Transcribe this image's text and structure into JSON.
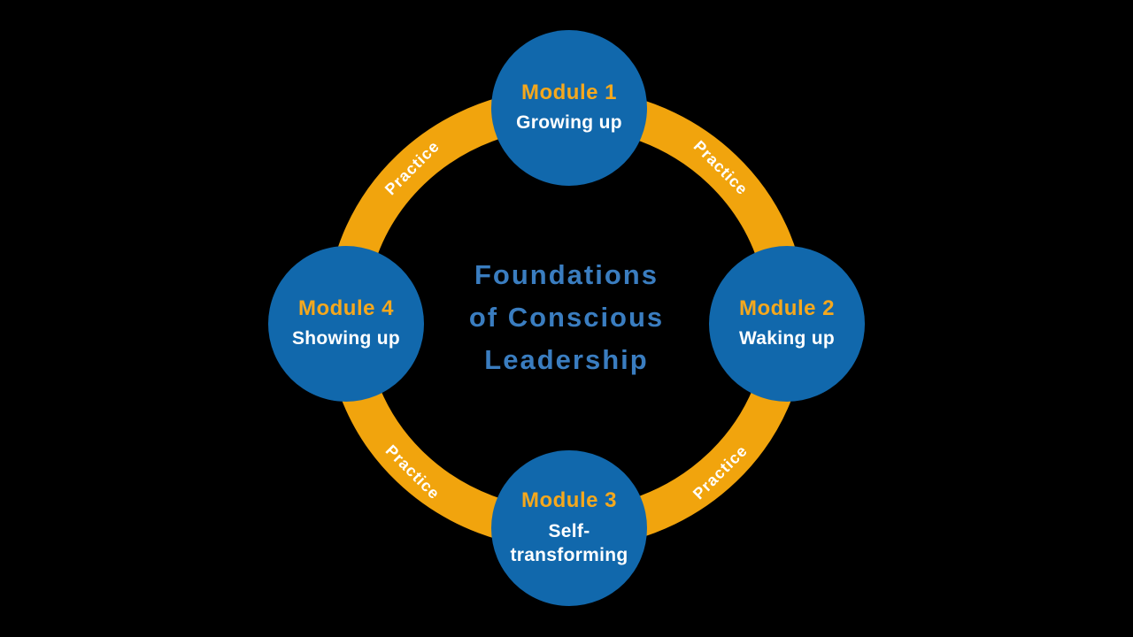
{
  "background_color": "#000000",
  "colors": {
    "background": "#000000",
    "circle-blue": "#1168AC",
    "ring-orange": "#F1A40D",
    "module-orange": "#F5A81D",
    "title-blue": "#3A7DC0",
    "text-white": "#FFFFFF"
  },
  "title": {
    "line1": "Foundations",
    "line2": "of Conscious",
    "line3": "Leadership"
  },
  "modules": [
    {
      "label": "Module 1",
      "subtitle": "Growing up",
      "position": "top"
    },
    {
      "label": "Module 2",
      "subtitle": "Waking up",
      "position": "right"
    },
    {
      "label": "Module 3",
      "subtitle": "Self-transforming",
      "position": "bottom"
    },
    {
      "label": "Module 4",
      "subtitle": "Showing up",
      "position": "left"
    }
  ],
  "ring_labels": [
    {
      "text": "Practice",
      "position": "top-left"
    },
    {
      "text": "Practice",
      "position": "top-right"
    },
    {
      "text": "Practice",
      "position": "bottom-right"
    },
    {
      "text": "Practice",
      "position": "bottom-left"
    }
  ]
}
